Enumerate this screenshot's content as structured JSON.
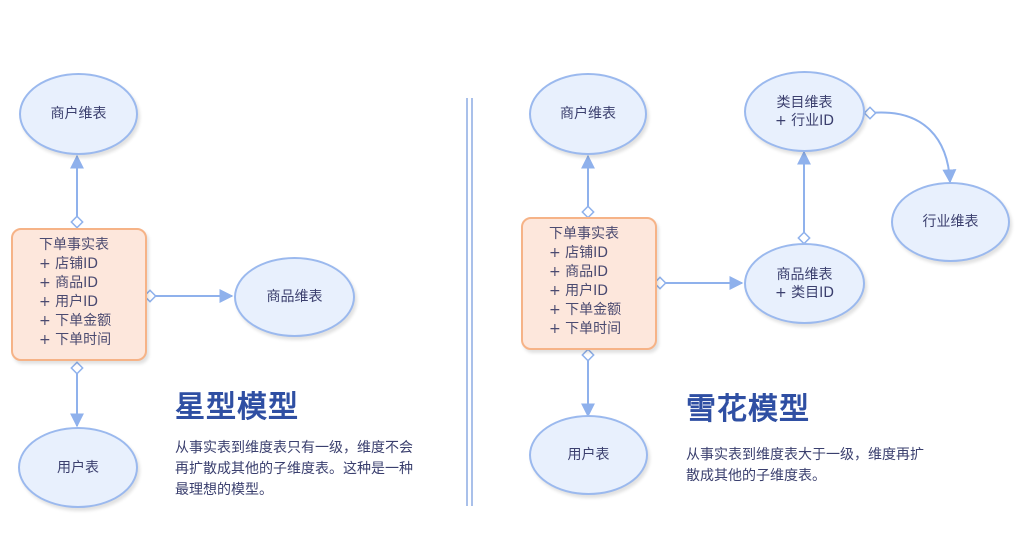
{
  "star": {
    "fact_lines": [
      "下单事实表",
      "+ 店铺ID",
      "+ 商品ID",
      "+ 用户ID",
      "+ 下单金额",
      "+ 下单时间"
    ],
    "merchant": "商户维表",
    "product": "商品维表",
    "user": "用户表",
    "title": "星型模型",
    "desc": "从事实表到维度表只有一级，维度不会再扩散成其他的子维度表。这种是一种最理想的模型。"
  },
  "snowflake": {
    "fact_lines": [
      "下单事实表",
      "+ 店铺ID",
      "+ 商品ID",
      "+ 用户ID",
      "+ 下单金额",
      "+ 下单时间"
    ],
    "merchant": "商户维表",
    "user": "用户表",
    "product_lines": [
      "商品维表",
      "+ 类目ID"
    ],
    "category_lines": [
      "类目维表",
      "+ 行业ID"
    ],
    "industry": "行业维表",
    "title": "雪花模型",
    "desc": "从事实表到维度表大于一级，维度再扩散成其他的子维度表。"
  },
  "colors": {
    "ellipse_fill": "#e8f0fd",
    "ellipse_border": "#9bb9ee",
    "fact_fill": "#fde7dc",
    "fact_border": "#f6b387",
    "title": "#2f4fa3",
    "edge": "#8fb1ec"
  }
}
